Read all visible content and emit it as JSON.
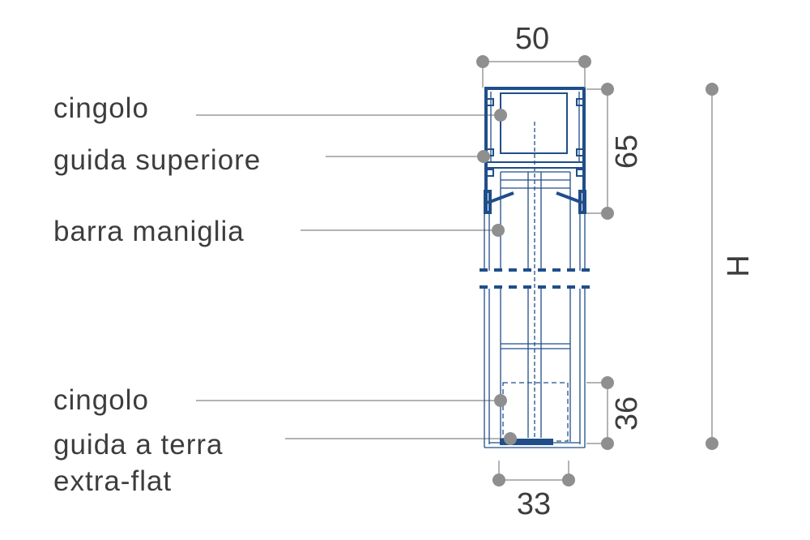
{
  "labels": {
    "top_belt": "cingolo",
    "top_guide": "guida superiore",
    "handle_bar": "barra maniglia",
    "bottom_belt": "cingolo",
    "floor_guide_line1": "guida a terra",
    "floor_guide_line2": "extra-flat"
  },
  "dimensions": {
    "width_top": "50",
    "height_top": "65",
    "total_height": "H",
    "height_bottom": "36",
    "width_bottom": "33"
  },
  "colors": {
    "profile": "#1f4e8a",
    "text": "#3d3d3d",
    "dimension_dot": "#8f8f8f",
    "leader_line": "#9a9a9a"
  }
}
